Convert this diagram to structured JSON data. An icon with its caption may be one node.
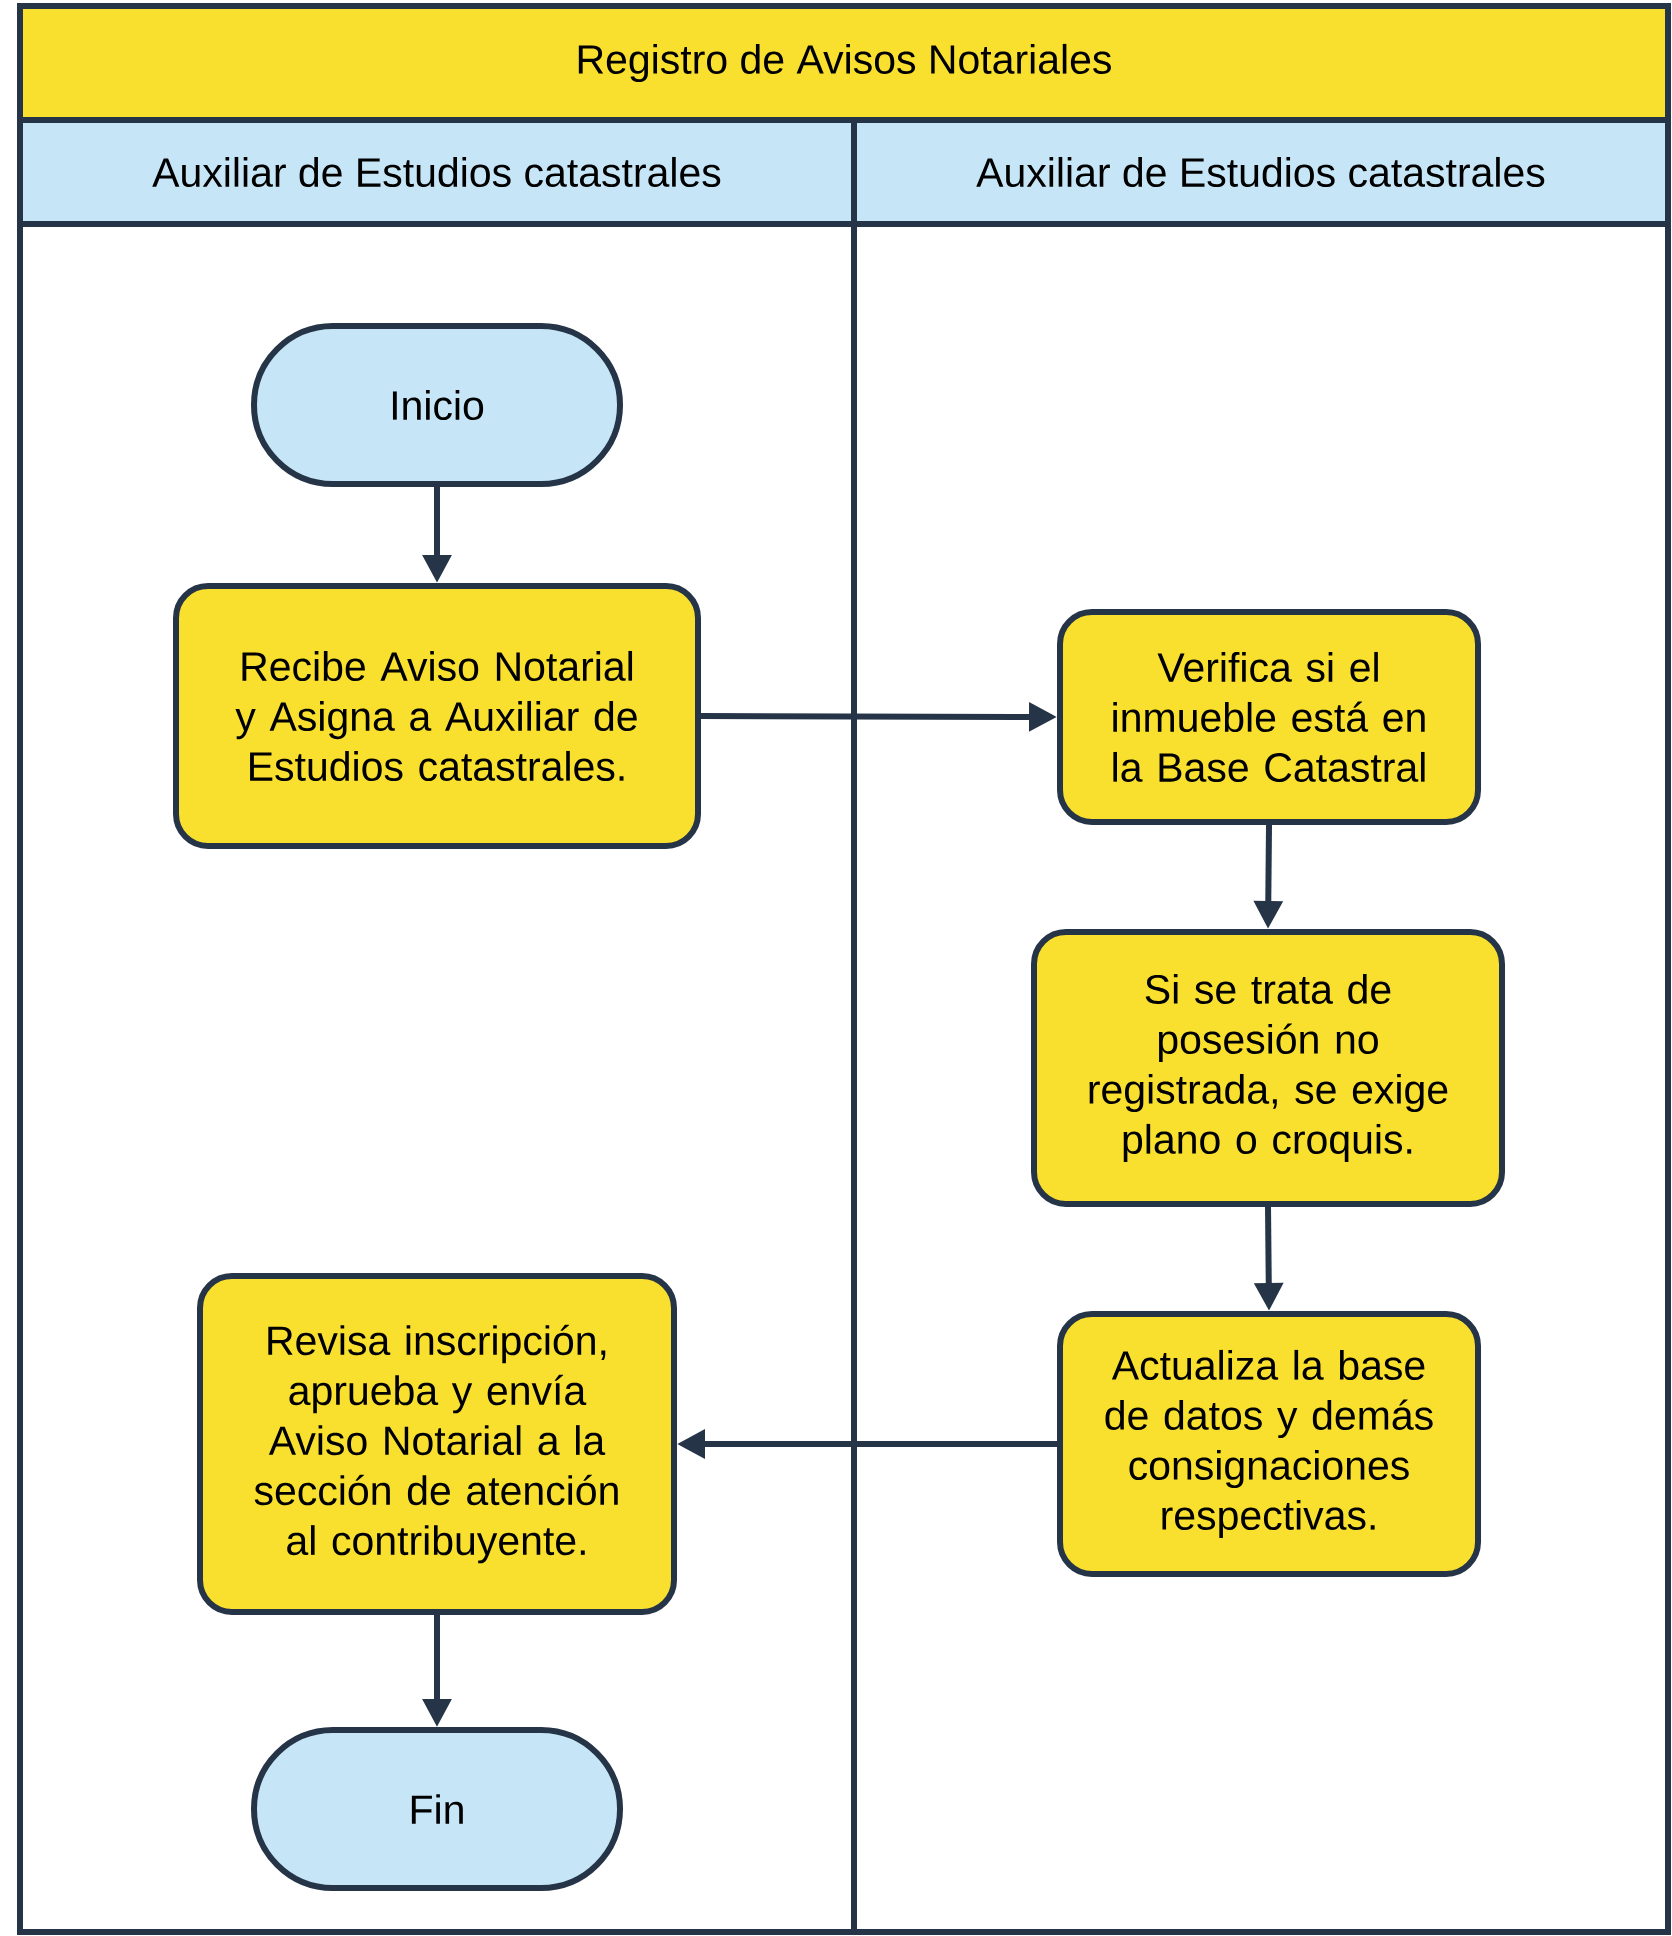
{
  "diagram": {
    "nodes": [
      {
        "text": [
          "Registro de Avisos Notariales"
        ]
      },
      {
        "text": [
          "Auxiliar de Estudios catastrales"
        ],
        "in": 0
      },
      {
        "text": [
          "Auxiliar de Estudios catastrales"
        ],
        "in": 0
      },
      {
        "text": [
          "Inicio"
        ],
        "in": 1
      },
      {
        "text": [
          "Recibe Aviso Notarial y Asigna a Auxiliar de Estudios catastrales."
        ],
        "in": 1
      },
      {
        "text": [
          "Verifica si el inmueble está en la Base Catastral"
        ],
        "in": 2
      },
      {
        "text": [
          "Si se trata de posesión no registrada, se exige plano o croquis."
        ],
        "in": 2
      },
      {
        "text": [
          "Revisa inscripción, aprueba y envía Aviso Notarial a la sección de atención al contribuyente."
        ],
        "in": 1
      },
      {
        "text": [
          "Actualiza la base de datos y demás consignaciones respectivas."
        ],
        "in": 2
      },
      {
        "text": [
          "Fin"
        ],
        "in": 1
      }
    ],
    "edges": [
      {
        "from": 3,
        "to": 4,
        "arrow": "to"
      },
      {
        "from": 4,
        "to": 5,
        "arrow": "to"
      },
      {
        "from": 5,
        "to": 6,
        "arrow": "to"
      },
      {
        "from": 6,
        "to": 8,
        "arrow": "to"
      },
      {
        "from": 8,
        "to": 7,
        "arrow": "to"
      },
      {
        "from": 7,
        "to": 9,
        "arrow": "to"
      }
    ]
  }
}
